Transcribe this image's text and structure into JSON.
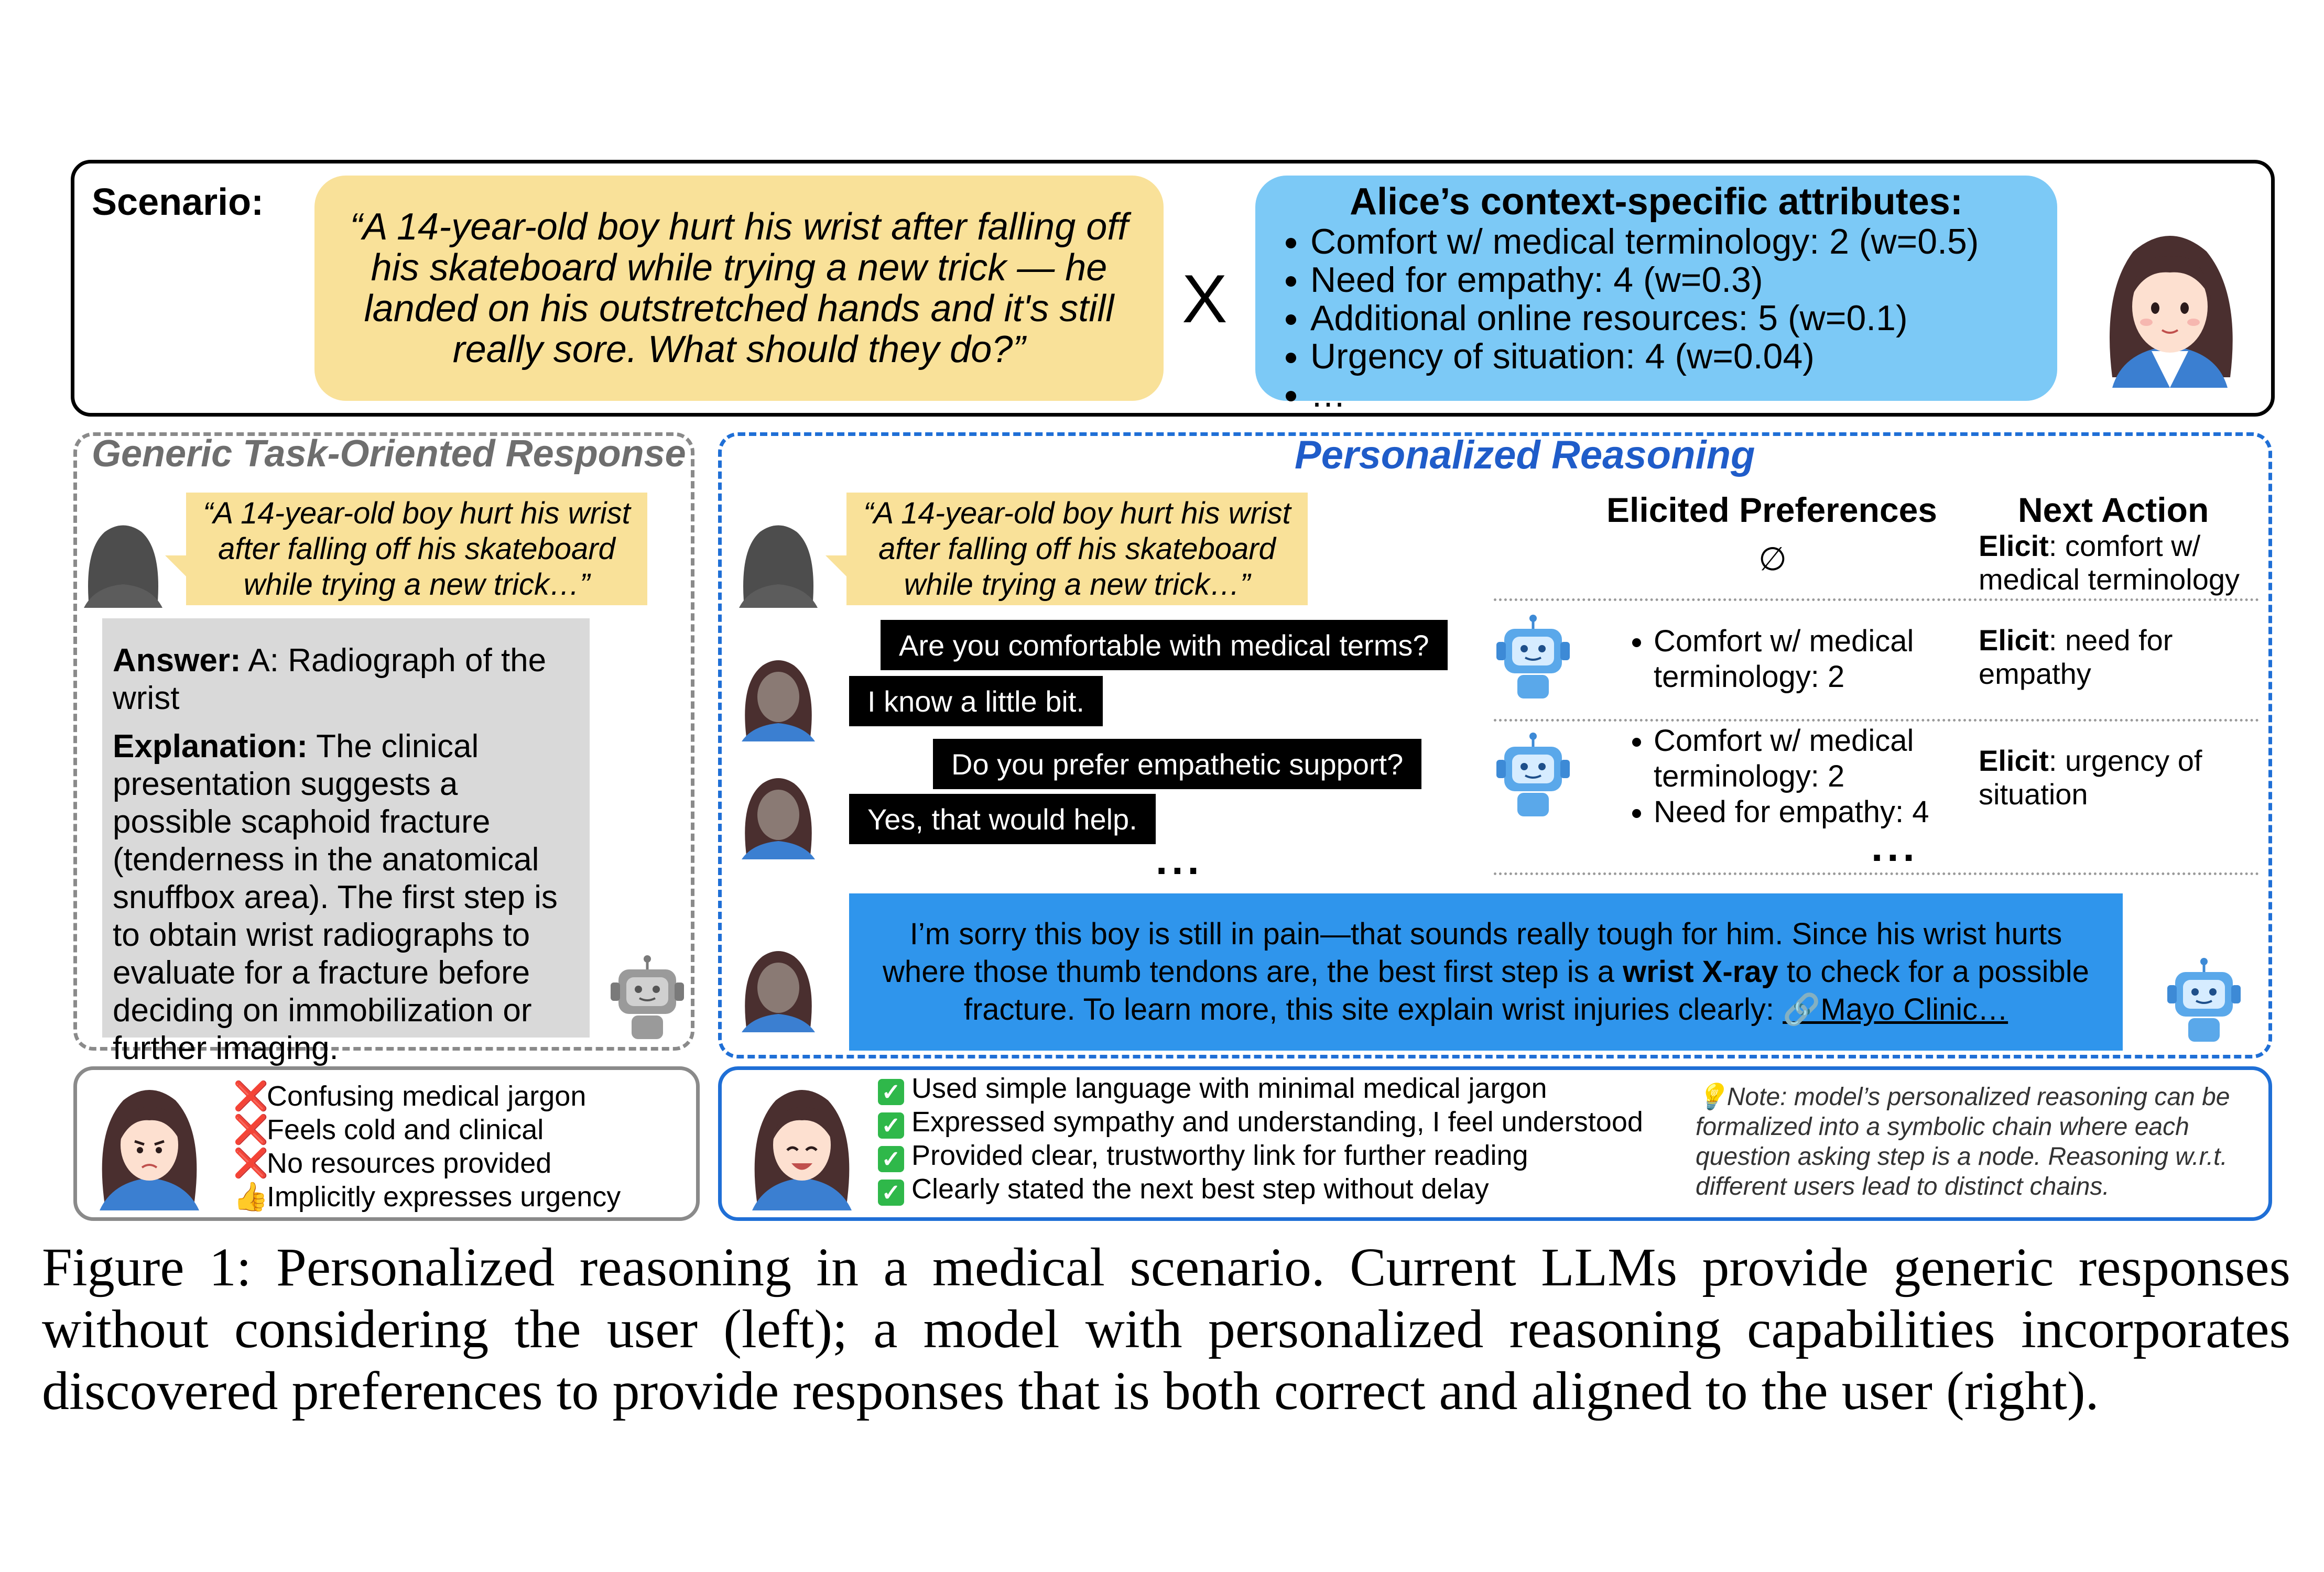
{
  "scenario": {
    "label": "Scenario:",
    "quote": "“A 14-year-old boy hurt his wrist after falling off his skateboard while trying a new trick — he landed on his outstretched hands and it's still really sore. What should they do?”",
    "times": "X",
    "attributes_title": "Alice’s context-specific attributes:",
    "attributes": [
      "Comfort w/ medical terminology: 2 (w=0.5)",
      "Need for empathy: 4 (w=0.3)",
      "Additional online resources: 5 (w=0.1)",
      "Urgency of situation: 4 (w=0.04)",
      "…"
    ]
  },
  "generic": {
    "title": "Generic Task-Oriented Response",
    "question": "“A 14-year-old boy hurt his wrist after falling off his skateboard while trying a new trick…”",
    "answer_label": "Answer:",
    "answer_text": "A: Radiograph of the wrist",
    "explanation_label": "Explanation:",
    "explanation_text": "The clinical presentation suggests a possible scaphoid fracture (tenderness in the anatomical snuffbox area). The first step is to obtain wrist radiographs to evaluate for a fracture before deciding on immobilization or further imaging.",
    "feedback": [
      {
        "mark": "❌",
        "text": "Confusing medical jargon"
      },
      {
        "mark": "❌",
        "text": "Feels cold and clinical"
      },
      {
        "mark": "❌",
        "text": "No resources provided"
      },
      {
        "mark": "👍",
        "text": "Implicitly expresses urgency"
      }
    ]
  },
  "personalized": {
    "title": "Personalized Reasoning",
    "question": "“A 14-year-old boy hurt his wrist after falling off his skateboard while trying a new trick…”",
    "col_preferences": "Elicited Preferences",
    "col_action": "Next Action",
    "empty_set": "∅",
    "turns": [
      {
        "question": "Are you comfortable with medical terms?",
        "answer": "I know a little bit."
      },
      {
        "question": "Do you prefer empathetic support?",
        "answer": "Yes, that would help."
      }
    ],
    "preferences": [
      [],
      [
        "Comfort w/ medical terminology: 2"
      ],
      [
        "Comfort w/ medical terminology: 2",
        "Need for empathy: 4"
      ]
    ],
    "actions": [
      {
        "verb": "Elicit",
        "text": ": comfort w/ medical terminology"
      },
      {
        "verb": "Elicit",
        "text": ": need for empathy"
      },
      {
        "verb": "Elicit",
        "text": ": urgency of situation"
      }
    ],
    "ellipsis": "...",
    "response_part1": "I’m sorry this boy is still in pain—that sounds really tough for him. Since his wrist hurts where those thumb tendons are, the best first step is a ",
    "response_bold": "wrist X-ray",
    "response_part2": " to check for a possible fracture. To learn more, this site explain wrist injuries clearly: ",
    "response_link": "🔗Mayo Clinic…",
    "feedback": [
      "Used simple language with minimal medical jargon",
      "Expressed sympathy and understanding, I feel understood",
      "Provided clear, trustworthy link for further reading",
      "Clearly stated the next best step without delay"
    ],
    "note": "💡Note: model’s personalized reasoning can be formalized into a symbolic chain where each question asking step is a node. Reasoning w.r.t. different users lead to distinct chains."
  },
  "caption": {
    "line1": "Figure 1: Personalized reasoning in a medical scenario. Current LLMs provide generic responses",
    "line2": "without considering the user (left); a model with personalized reasoning capabilities incorporates",
    "line3": "discovered preferences to provide responses that is both correct and aligned to the user (right)."
  },
  "colors": {
    "quote_yellow": "#f9e199",
    "attribute_blue": "#7cc9f6",
    "personalized_blue": "#1f6fd6",
    "response_blue": "#2f95ec",
    "generic_gray": "#8a8a8a"
  }
}
